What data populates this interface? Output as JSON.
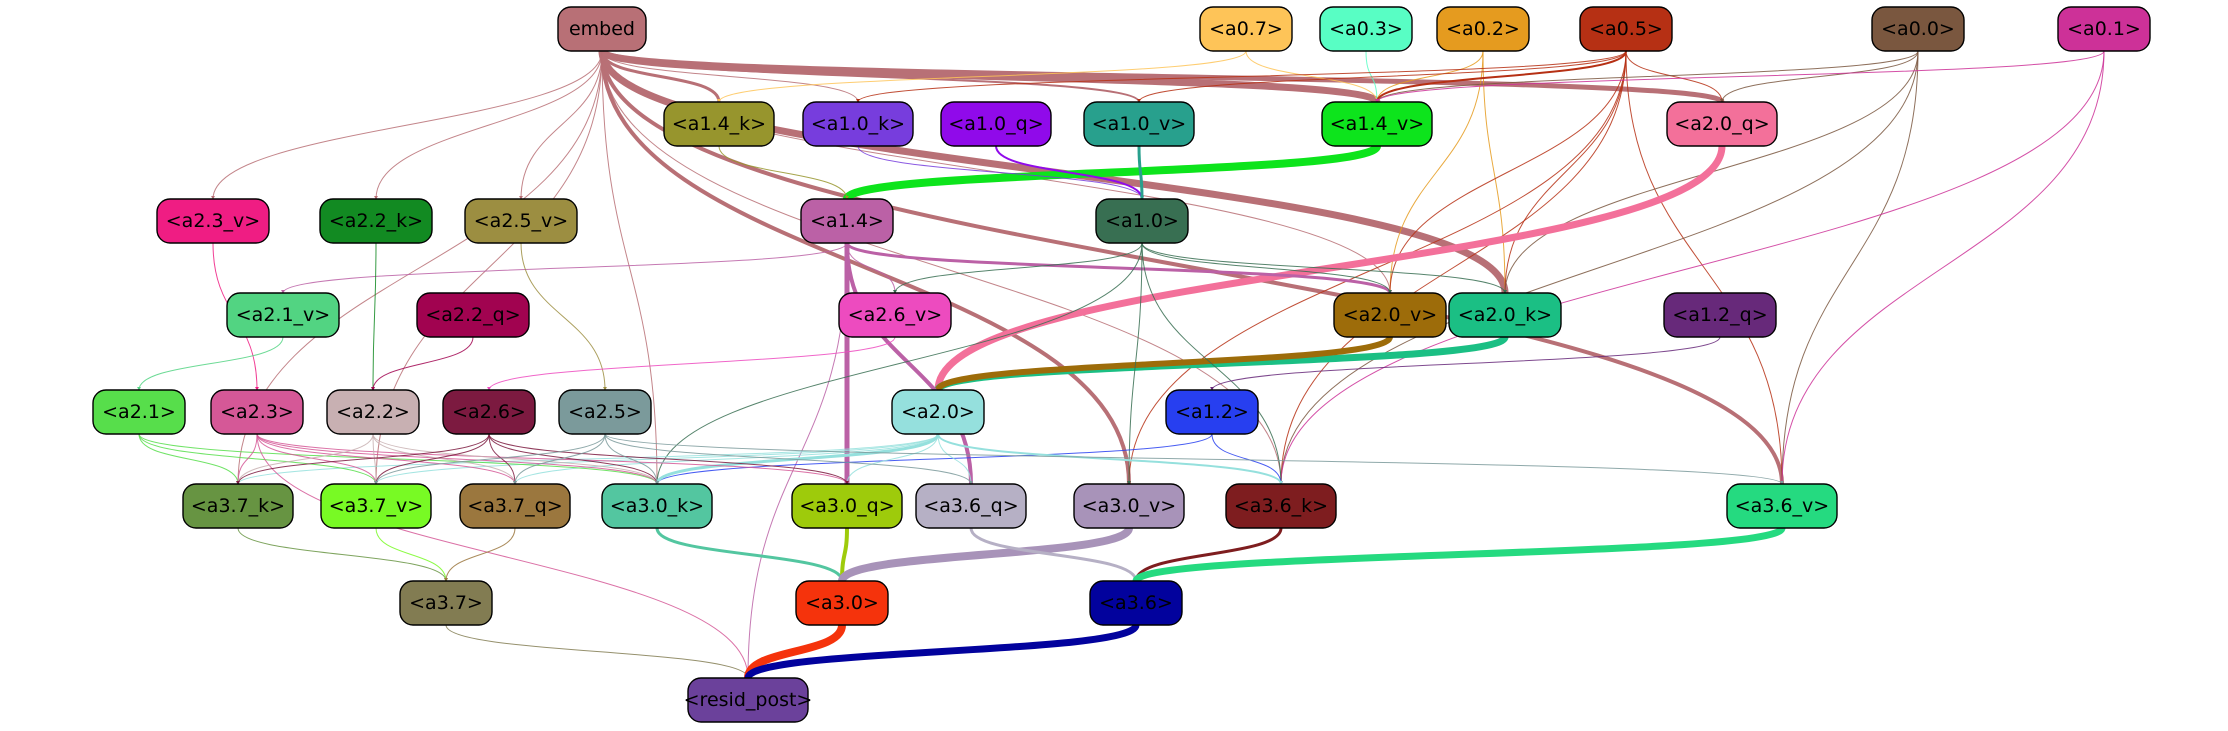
{
  "nodes": {
    "embed": {
      "label": "embed",
      "fill": "#b87076",
      "text": "#000000"
    },
    "a0_7": {
      "label": "<a0.7>",
      "fill": "#fec458",
      "text": "#000000"
    },
    "a0_3": {
      "label": "<a0.3>",
      "fill": "#58fec4",
      "text": "#000000"
    },
    "a0_2": {
      "label": "<a0.2>",
      "fill": "#e59b1f",
      "text": "#000000"
    },
    "a0_5": {
      "label": "<a0.5>",
      "fill": "#b63014",
      "text": "#000000"
    },
    "a0_0": {
      "label": "<a0.0>",
      "fill": "#7a573f",
      "text": "#000000"
    },
    "a0_1": {
      "label": "<a0.1>",
      "fill": "#cd3198",
      "text": "#000000"
    },
    "a1_4_k": {
      "label": "<a1.4_k>",
      "fill": "#97952d",
      "text": "#000000"
    },
    "a1_0_k": {
      "label": "<a1.0_k>",
      "fill": "#773ddd",
      "text": "#000000"
    },
    "a1_0_q": {
      "label": "<a1.0_q>",
      "fill": "#900aea",
      "text": "#000000"
    },
    "a1_0_v": {
      "label": "<a1.0_v>",
      "fill": "#28a08d",
      "text": "#000000"
    },
    "a1_4_v": {
      "label": "<a1.4_v>",
      "fill": "#0de41c",
      "text": "#000000"
    },
    "a2_0_q": {
      "label": "<a2.0_q>",
      "fill": "#f3709a",
      "text": "#000000"
    },
    "a2_3_v": {
      "label": "<a2.3_v>",
      "fill": "#ef1d83",
      "text": "#000000"
    },
    "a2_2_k": {
      "label": "<a2.2_k>",
      "fill": "#128a22",
      "text": "#000000"
    },
    "a2_5_v": {
      "label": "<a2.5_v>",
      "fill": "#9c8e41",
      "text": "#000000"
    },
    "a1_4": {
      "label": "<a1.4>",
      "fill": "#bb61a6",
      "text": "#000000"
    },
    "a1_0": {
      "label": "<a1.0>",
      "fill": "#386f52",
      "text": "#000000"
    },
    "a2_1_v": {
      "label": "<a2.1_v>",
      "fill": "#52d482",
      "text": "#000000"
    },
    "a2_2_q": {
      "label": "<a2.2_q>",
      "fill": "#a10350",
      "text": "#000000"
    },
    "a2_6_v": {
      "label": "<a2.6_v>",
      "fill": "#ed4bbf",
      "text": "#000000"
    },
    "a2_0_v": {
      "label": "<a2.0_v>",
      "fill": "#9d6c0a",
      "text": "#000000"
    },
    "a2_0_k": {
      "label": "<a2.0_k>",
      "fill": "#1bbf84",
      "text": "#000000"
    },
    "a1_2_q": {
      "label": "<a1.2_q>",
      "fill": "#67297a",
      "text": "#000000"
    },
    "a2_1": {
      "label": "<a2.1>",
      "fill": "#57de4b",
      "text": "#000000"
    },
    "a2_3": {
      "label": "<a2.3>",
      "fill": "#d55897",
      "text": "#000000"
    },
    "a2_2": {
      "label": "<a2.2>",
      "fill": "#c8b0b2",
      "text": "#000000"
    },
    "a2_6": {
      "label": "<a2.6>",
      "fill": "#7c1a40",
      "text": "#000000"
    },
    "a2_5": {
      "label": "<a2.5>",
      "fill": "#7b9a9b",
      "text": "#000000"
    },
    "a2_0": {
      "label": "<a2.0>",
      "fill": "#95e0dd",
      "text": "#000000"
    },
    "a1_2": {
      "label": "<a1.2>",
      "fill": "#273ff0",
      "text": "#000000"
    },
    "a3_7_k": {
      "label": "<a3.7_k>",
      "fill": "#679442",
      "text": "#000000"
    },
    "a3_7_v": {
      "label": "<a3.7_v>",
      "fill": "#78fa24",
      "text": "#000000"
    },
    "a3_7_q": {
      "label": "<a3.7_q>",
      "fill": "#9b773e",
      "text": "#000000"
    },
    "a3_0_k": {
      "label": "<a3.0_k>",
      "fill": "#53c6a0",
      "text": "#000000"
    },
    "a3_0_q": {
      "label": "<a3.0_q>",
      "fill": "#9ecb0b",
      "text": "#000000"
    },
    "a3_6_q": {
      "label": "<a3.6_q>",
      "fill": "#b6b0c5",
      "text": "#000000"
    },
    "a3_0_v": {
      "label": "<a3.0_v>",
      "fill": "#a893b9",
      "text": "#000000"
    },
    "a3_6_k": {
      "label": "<a3.6_k>",
      "fill": "#7e1d1f",
      "text": "#000000"
    },
    "a3_6_v": {
      "label": "<a3.6_v>",
      "fill": "#25da80",
      "text": "#000000"
    },
    "a3_7": {
      "label": "<a3.7>",
      "fill": "#827c52",
      "text": "#000000"
    },
    "a3_0": {
      "label": "<a3.0>",
      "fill": "#f5330c",
      "text": "#000000"
    },
    "a3_6": {
      "label": "<a3.6>",
      "fill": "#02029d",
      "text": "#000000"
    },
    "resid_post": {
      "label": "<resid_post>",
      "fill": "#6b419b",
      "text": "#000000"
    }
  },
  "edges": [
    {
      "from": "embed",
      "to": "a1_4_v",
      "color": "#b87076",
      "weight": 7
    },
    {
      "from": "embed",
      "to": "a2_0_k",
      "color": "#b87076",
      "weight": 7
    },
    {
      "from": "embed",
      "to": "a2_0_q",
      "color": "#b87076",
      "weight": 5
    },
    {
      "from": "embed",
      "to": "a3_6_v",
      "color": "#b87076",
      "weight": 4
    },
    {
      "from": "embed",
      "to": "a3_0_v",
      "color": "#b87076",
      "weight": 4
    },
    {
      "from": "embed",
      "to": "a1_4_k",
      "color": "#b87076",
      "weight": 3
    },
    {
      "from": "embed",
      "to": "a1_0_v",
      "color": "#b87076",
      "weight": 2
    },
    {
      "from": "embed",
      "to": "a1_0_k",
      "color": "#b87076",
      "weight": 1
    },
    {
      "from": "embed",
      "to": "a2_3_v",
      "color": "#b87076",
      "weight": 1
    },
    {
      "from": "embed",
      "to": "a2_2_k",
      "color": "#b87076",
      "weight": 1
    },
    {
      "from": "embed",
      "to": "a2_5_v",
      "color": "#b87076",
      "weight": 1
    },
    {
      "from": "embed",
      "to": "a2_0_v",
      "color": "#b87076",
      "weight": 1
    },
    {
      "from": "embed",
      "to": "a3_7_k",
      "color": "#b87076",
      "weight": 1
    },
    {
      "from": "embed",
      "to": "a3_7_v",
      "color": "#b87076",
      "weight": 1
    },
    {
      "from": "embed",
      "to": "a3_0_k",
      "color": "#b87076",
      "weight": 1
    },
    {
      "from": "embed",
      "to": "a3_6_k",
      "color": "#b87076",
      "weight": 1
    },
    {
      "from": "a0_7",
      "to": "a1_4_v",
      "color": "#fec458",
      "weight": 1
    },
    {
      "from": "a0_7",
      "to": "a1_4_k",
      "color": "#fec458",
      "weight": 1
    },
    {
      "from": "a0_3",
      "to": "a1_4_v",
      "color": "#58fec4",
      "weight": 1
    },
    {
      "from": "a0_2",
      "to": "a1_4_v",
      "color": "#e59b1f",
      "weight": 1
    },
    {
      "from": "a0_2",
      "to": "a2_0_v",
      "color": "#e59b1f",
      "weight": 1
    },
    {
      "from": "a0_2",
      "to": "a2_0_k",
      "color": "#e59b1f",
      "weight": 1
    },
    {
      "from": "a0_5",
      "to": "a1_4_v",
      "color": "#b63014",
      "weight": 2
    },
    {
      "from": "a0_5",
      "to": "a1_0_v",
      "color": "#b63014",
      "weight": 1
    },
    {
      "from": "a0_5",
      "to": "a1_0_k",
      "color": "#b63014",
      "weight": 1
    },
    {
      "from": "a0_5",
      "to": "a2_0_q",
      "color": "#b63014",
      "weight": 1
    },
    {
      "from": "a0_5",
      "to": "a2_0_k",
      "color": "#b63014",
      "weight": 1
    },
    {
      "from": "a0_5",
      "to": "a2_0_v",
      "color": "#b63014",
      "weight": 1
    },
    {
      "from": "a0_5",
      "to": "a3_6_v",
      "color": "#b63014",
      "weight": 1
    },
    {
      "from": "a0_5",
      "to": "a3_6_k",
      "color": "#b63014",
      "weight": 1
    },
    {
      "from": "a0_5",
      "to": "a3_0_v",
      "color": "#b63014",
      "weight": 1
    },
    {
      "from": "a0_0",
      "to": "a2_0_q",
      "color": "#7a573f",
      "weight": 1
    },
    {
      "from": "a0_0",
      "to": "a2_0_k",
      "color": "#7a573f",
      "weight": 1
    },
    {
      "from": "a0_0",
      "to": "a1_4_v",
      "color": "#7a573f",
      "weight": 1
    },
    {
      "from": "a0_0",
      "to": "a3_6_v",
      "color": "#7a573f",
      "weight": 1
    },
    {
      "from": "a0_0",
      "to": "a3_6_k",
      "color": "#7a573f",
      "weight": 1
    },
    {
      "from": "a0_1",
      "to": "a1_4_v",
      "color": "#cd3198",
      "weight": 1
    },
    {
      "from": "a0_1",
      "to": "a3_6_v",
      "color": "#cd3198",
      "weight": 1
    },
    {
      "from": "a0_1",
      "to": "a3_6_k",
      "color": "#cd3198",
      "weight": 1
    },
    {
      "from": "a1_4_v",
      "to": "a1_4",
      "color": "#0de41c",
      "weight": 8
    },
    {
      "from": "a1_4_k",
      "to": "a1_4",
      "color": "#97952d",
      "weight": 1
    },
    {
      "from": "a1_0_k",
      "to": "a1_0",
      "color": "#773ddd",
      "weight": 1
    },
    {
      "from": "a1_0_q",
      "to": "a1_0",
      "color": "#900aea",
      "weight": 2
    },
    {
      "from": "a1_0_v",
      "to": "a1_0",
      "color": "#28a08d",
      "weight": 3
    },
    {
      "from": "a2_0_q",
      "to": "a2_0",
      "color": "#f3709a",
      "weight": 7
    },
    {
      "from": "a2_0_k",
      "to": "a2_0",
      "color": "#1bbf84",
      "weight": 7
    },
    {
      "from": "a2_0_v",
      "to": "a2_0",
      "color": "#9d6c0a",
      "weight": 6
    },
    {
      "from": "a1_4",
      "to": "a2_0_v",
      "color": "#bb61a6",
      "weight": 3
    },
    {
      "from": "a1_4",
      "to": "a3_0_q",
      "color": "#bb61a6",
      "weight": 5
    },
    {
      "from": "a1_4",
      "to": "a3_6_q",
      "color": "#bb61a6",
      "weight": 4
    },
    {
      "from": "a1_4",
      "to": "a2_6_v",
      "color": "#bb61a6",
      "weight": 1
    },
    {
      "from": "a1_4",
      "to": "a2_1_v",
      "color": "#bb61a6",
      "weight": 1
    },
    {
      "from": "a1_4",
      "to": "resid_post",
      "color": "#bb61a6",
      "weight": 1
    },
    {
      "from": "a1_0",
      "to": "a2_0_v",
      "color": "#386f52",
      "weight": 1
    },
    {
      "from": "a1_0",
      "to": "a2_0_k",
      "color": "#386f52",
      "weight": 1
    },
    {
      "from": "a1_0",
      "to": "a2_6_v",
      "color": "#386f52",
      "weight": 1
    },
    {
      "from": "a1_0",
      "to": "a3_0_k",
      "color": "#386f52",
      "weight": 1
    },
    {
      "from": "a1_0",
      "to": "a3_0_v",
      "color": "#386f52",
      "weight": 1
    },
    {
      "from": "a1_0",
      "to": "a3_6_k",
      "color": "#386f52",
      "weight": 1
    },
    {
      "from": "a2_3_v",
      "to": "a2_3",
      "color": "#ef1d83",
      "weight": 1
    },
    {
      "from": "a2_2_k",
      "to": "a2_2",
      "color": "#128a22",
      "weight": 1
    },
    {
      "from": "a2_5_v",
      "to": "a2_5",
      "color": "#9c8e41",
      "weight": 1
    },
    {
      "from": "a2_1_v",
      "to": "a2_1",
      "color": "#52d482",
      "weight": 1
    },
    {
      "from": "a2_2_q",
      "to": "a2_2",
      "color": "#a10350",
      "weight": 1
    },
    {
      "from": "a2_6_v",
      "to": "a2_6",
      "color": "#ed4bbf",
      "weight": 1
    },
    {
      "from": "a1_2_q",
      "to": "a1_2",
      "color": "#67297a",
      "weight": 1
    },
    {
      "from": "a1_2",
      "to": "a3_0_k",
      "color": "#273ff0",
      "weight": 1
    },
    {
      "from": "a1_2",
      "to": "a3_6_k",
      "color": "#273ff0",
      "weight": 1
    },
    {
      "from": "a2_0",
      "to": "a3_0_k",
      "color": "#95e0dd",
      "weight": 3
    },
    {
      "from": "a2_0",
      "to": "a3_0_q",
      "color": "#95e0dd",
      "weight": 1
    },
    {
      "from": "a2_0",
      "to": "a3_6_q",
      "color": "#95e0dd",
      "weight": 1
    },
    {
      "from": "a2_0",
      "to": "a3_6_k",
      "color": "#95e0dd",
      "weight": 2
    },
    {
      "from": "a2_0",
      "to": "a3_7_k",
      "color": "#95e0dd",
      "weight": 1
    },
    {
      "from": "a2_0",
      "to": "a3_7_v",
      "color": "#95e0dd",
      "weight": 1
    },
    {
      "from": "a2_0",
      "to": "a3_7_q",
      "color": "#95e0dd",
      "weight": 1
    },
    {
      "from": "a2_1",
      "to": "a3_7_k",
      "color": "#57de4b",
      "weight": 1
    },
    {
      "from": "a2_1",
      "to": "a3_7_v",
      "color": "#57de4b",
      "weight": 1
    },
    {
      "from": "a2_1",
      "to": "a3_0_k",
      "color": "#57de4b",
      "weight": 1
    },
    {
      "from": "a2_3",
      "to": "a3_7_k",
      "color": "#d55897",
      "weight": 1
    },
    {
      "from": "a2_3",
      "to": "a3_7_v",
      "color": "#d55897",
      "weight": 1
    },
    {
      "from": "a2_3",
      "to": "a3_7_q",
      "color": "#d55897",
      "weight": 1
    },
    {
      "from": "a2_3",
      "to": "a3_0_k",
      "color": "#d55897",
      "weight": 1
    },
    {
      "from": "a2_3",
      "to": "a3_0_q",
      "color": "#d55897",
      "weight": 1
    },
    {
      "from": "a2_3",
      "to": "resid_post",
      "color": "#d55897",
      "weight": 1
    },
    {
      "from": "a2_2",
      "to": "a3_7_k",
      "color": "#c8b0b2",
      "weight": 1
    },
    {
      "from": "a2_2",
      "to": "a3_7_v",
      "color": "#c8b0b2",
      "weight": 1
    },
    {
      "from": "a2_2",
      "to": "a3_7_q",
      "color": "#c8b0b2",
      "weight": 1
    },
    {
      "from": "a2_2",
      "to": "a3_0_k",
      "color": "#c8b0b2",
      "weight": 1
    },
    {
      "from": "a2_6",
      "to": "a3_7_k",
      "color": "#7c1a40",
      "weight": 1
    },
    {
      "from": "a2_6",
      "to": "a3_7_v",
      "color": "#7c1a40",
      "weight": 1
    },
    {
      "from": "a2_6",
      "to": "a3_7_q",
      "color": "#7c1a40",
      "weight": 1
    },
    {
      "from": "a2_6",
      "to": "a3_0_k",
      "color": "#7c1a40",
      "weight": 1
    },
    {
      "from": "a2_6",
      "to": "a3_0_q",
      "color": "#7c1a40",
      "weight": 1
    },
    {
      "from": "a2_5",
      "to": "a3_7_v",
      "color": "#7b9a9b",
      "weight": 1
    },
    {
      "from": "a2_5",
      "to": "a3_7_q",
      "color": "#7b9a9b",
      "weight": 1
    },
    {
      "from": "a2_5",
      "to": "a3_0_k",
      "color": "#7b9a9b",
      "weight": 1
    },
    {
      "from": "a2_5",
      "to": "a3_6_q",
      "color": "#7b9a9b",
      "weight": 1
    },
    {
      "from": "a2_5",
      "to": "a3_6_v",
      "color": "#7b9a9b",
      "weight": 1
    },
    {
      "from": "a3_7_k",
      "to": "a3_7",
      "color": "#679442",
      "weight": 1
    },
    {
      "from": "a3_7_v",
      "to": "a3_7",
      "color": "#78fa24",
      "weight": 1
    },
    {
      "from": "a3_7_q",
      "to": "a3_7",
      "color": "#9b773e",
      "weight": 1
    },
    {
      "from": "a3_0_k",
      "to": "a3_0",
      "color": "#53c6a0",
      "weight": 3
    },
    {
      "from": "a3_0_q",
      "to": "a3_0",
      "color": "#9ecb0b",
      "weight": 4
    },
    {
      "from": "a3_0_v",
      "to": "a3_0",
      "color": "#a893b9",
      "weight": 8
    },
    {
      "from": "a3_6_q",
      "to": "a3_6",
      "color": "#b6b0c5",
      "weight": 3
    },
    {
      "from": "a3_6_k",
      "to": "a3_6",
      "color": "#7e1d1f",
      "weight": 3
    },
    {
      "from": "a3_6_v",
      "to": "a3_6",
      "color": "#25da80",
      "weight": 7
    },
    {
      "from": "a3_7",
      "to": "resid_post",
      "color": "#827c52",
      "weight": 1
    },
    {
      "from": "a3_0",
      "to": "resid_post",
      "color": "#f5330c",
      "weight": 8
    },
    {
      "from": "a3_6",
      "to": "resid_post",
      "color": "#02029d",
      "weight": 7
    }
  ]
}
